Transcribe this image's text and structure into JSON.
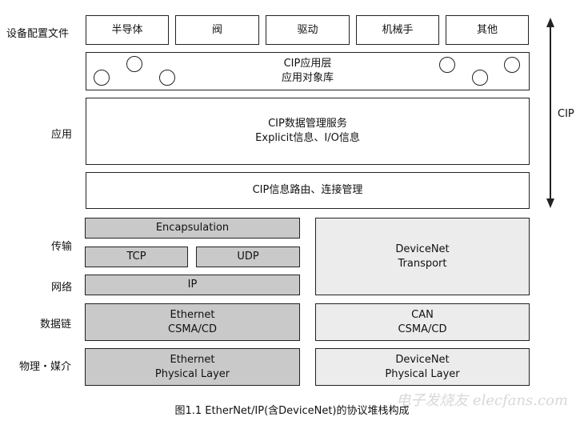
{
  "left_labels": {
    "device_profile": "设备配置文件",
    "application": "应用",
    "transport": "传输",
    "network": "网络",
    "data_link": "数据链",
    "physical_media": "物理・媒介"
  },
  "device_profiles": [
    "半导体",
    "阀",
    "驱动",
    "机械手",
    "其他"
  ],
  "cip_app_layer": {
    "line1": "CIP应用层",
    "line2": "应用对象库"
  },
  "cip_services": {
    "line1": "CIP数据管理服务",
    "line2": "Explicit信息、I/O信息"
  },
  "cip_routing": "CIP信息路由、连接管理",
  "cip_arrow_label": "CIP",
  "ethernet_stack": {
    "encapsulation": "Encapsulation",
    "tcp": "TCP",
    "udp": "UDP",
    "ip": "IP",
    "datalink": {
      "line1": "Ethernet",
      "line2": "CSMA/CD"
    },
    "physical": {
      "line1": "Ethernet",
      "line2": "Physical Layer"
    }
  },
  "devicenet_stack": {
    "transport": {
      "line1": "DeviceNet",
      "line2": "Transport"
    },
    "datalink": {
      "line1": "CAN",
      "line2": "CSMA/CD"
    },
    "physical": {
      "line1": "DeviceNet",
      "line2": "Physical Layer"
    }
  },
  "caption": "图1.1 EtherNet/IP(含DeviceNet)的协议堆栈构成",
  "watermark": "电子发烧友 elecfans.com",
  "colors": {
    "stack_gray": "#c9c9c9",
    "devicenet_gray": "#ececec",
    "line": "#222222"
  }
}
